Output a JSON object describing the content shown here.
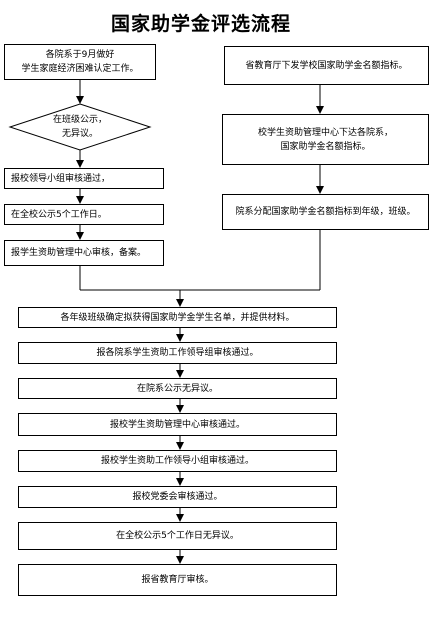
{
  "title": "国家助学金评选流程",
  "left_column": {
    "start_box": [
      "各院系于9月做好",
      "学生家庭经济困难认定工作。"
    ],
    "decision": [
      "在班级公示，",
      "无异议。"
    ],
    "step_leader_group": "报校领导小组审核通过，",
    "step_publicize_school": "在全校公示5个工作日。",
    "step_center_record": "报学生资助管理中心审核，备案。"
  },
  "right_column": {
    "step_province": "省教育厅下发学校国家助学金名额指标。",
    "step_center_allocate": [
      "校学生资助管理中心下达各院系，",
      "国家助学金名额指标。"
    ],
    "step_department_allocate": "院系分配国家助学金名额指标到年级，班级。"
  },
  "main_column": {
    "steps": [
      "各年级班级确定拟获得国家助学金学生名单，并提供材料。",
      "报各院系学生资助工作领导组审核通过。",
      "在院系公示无异议。",
      "报校学生资助管理中心审核通过。",
      "报校学生资助工作领导小组审核通过。",
      "报校党委会审核通过。",
      "在全校公示5个工作日无异议。",
      "报省教育厅审核。"
    ]
  }
}
